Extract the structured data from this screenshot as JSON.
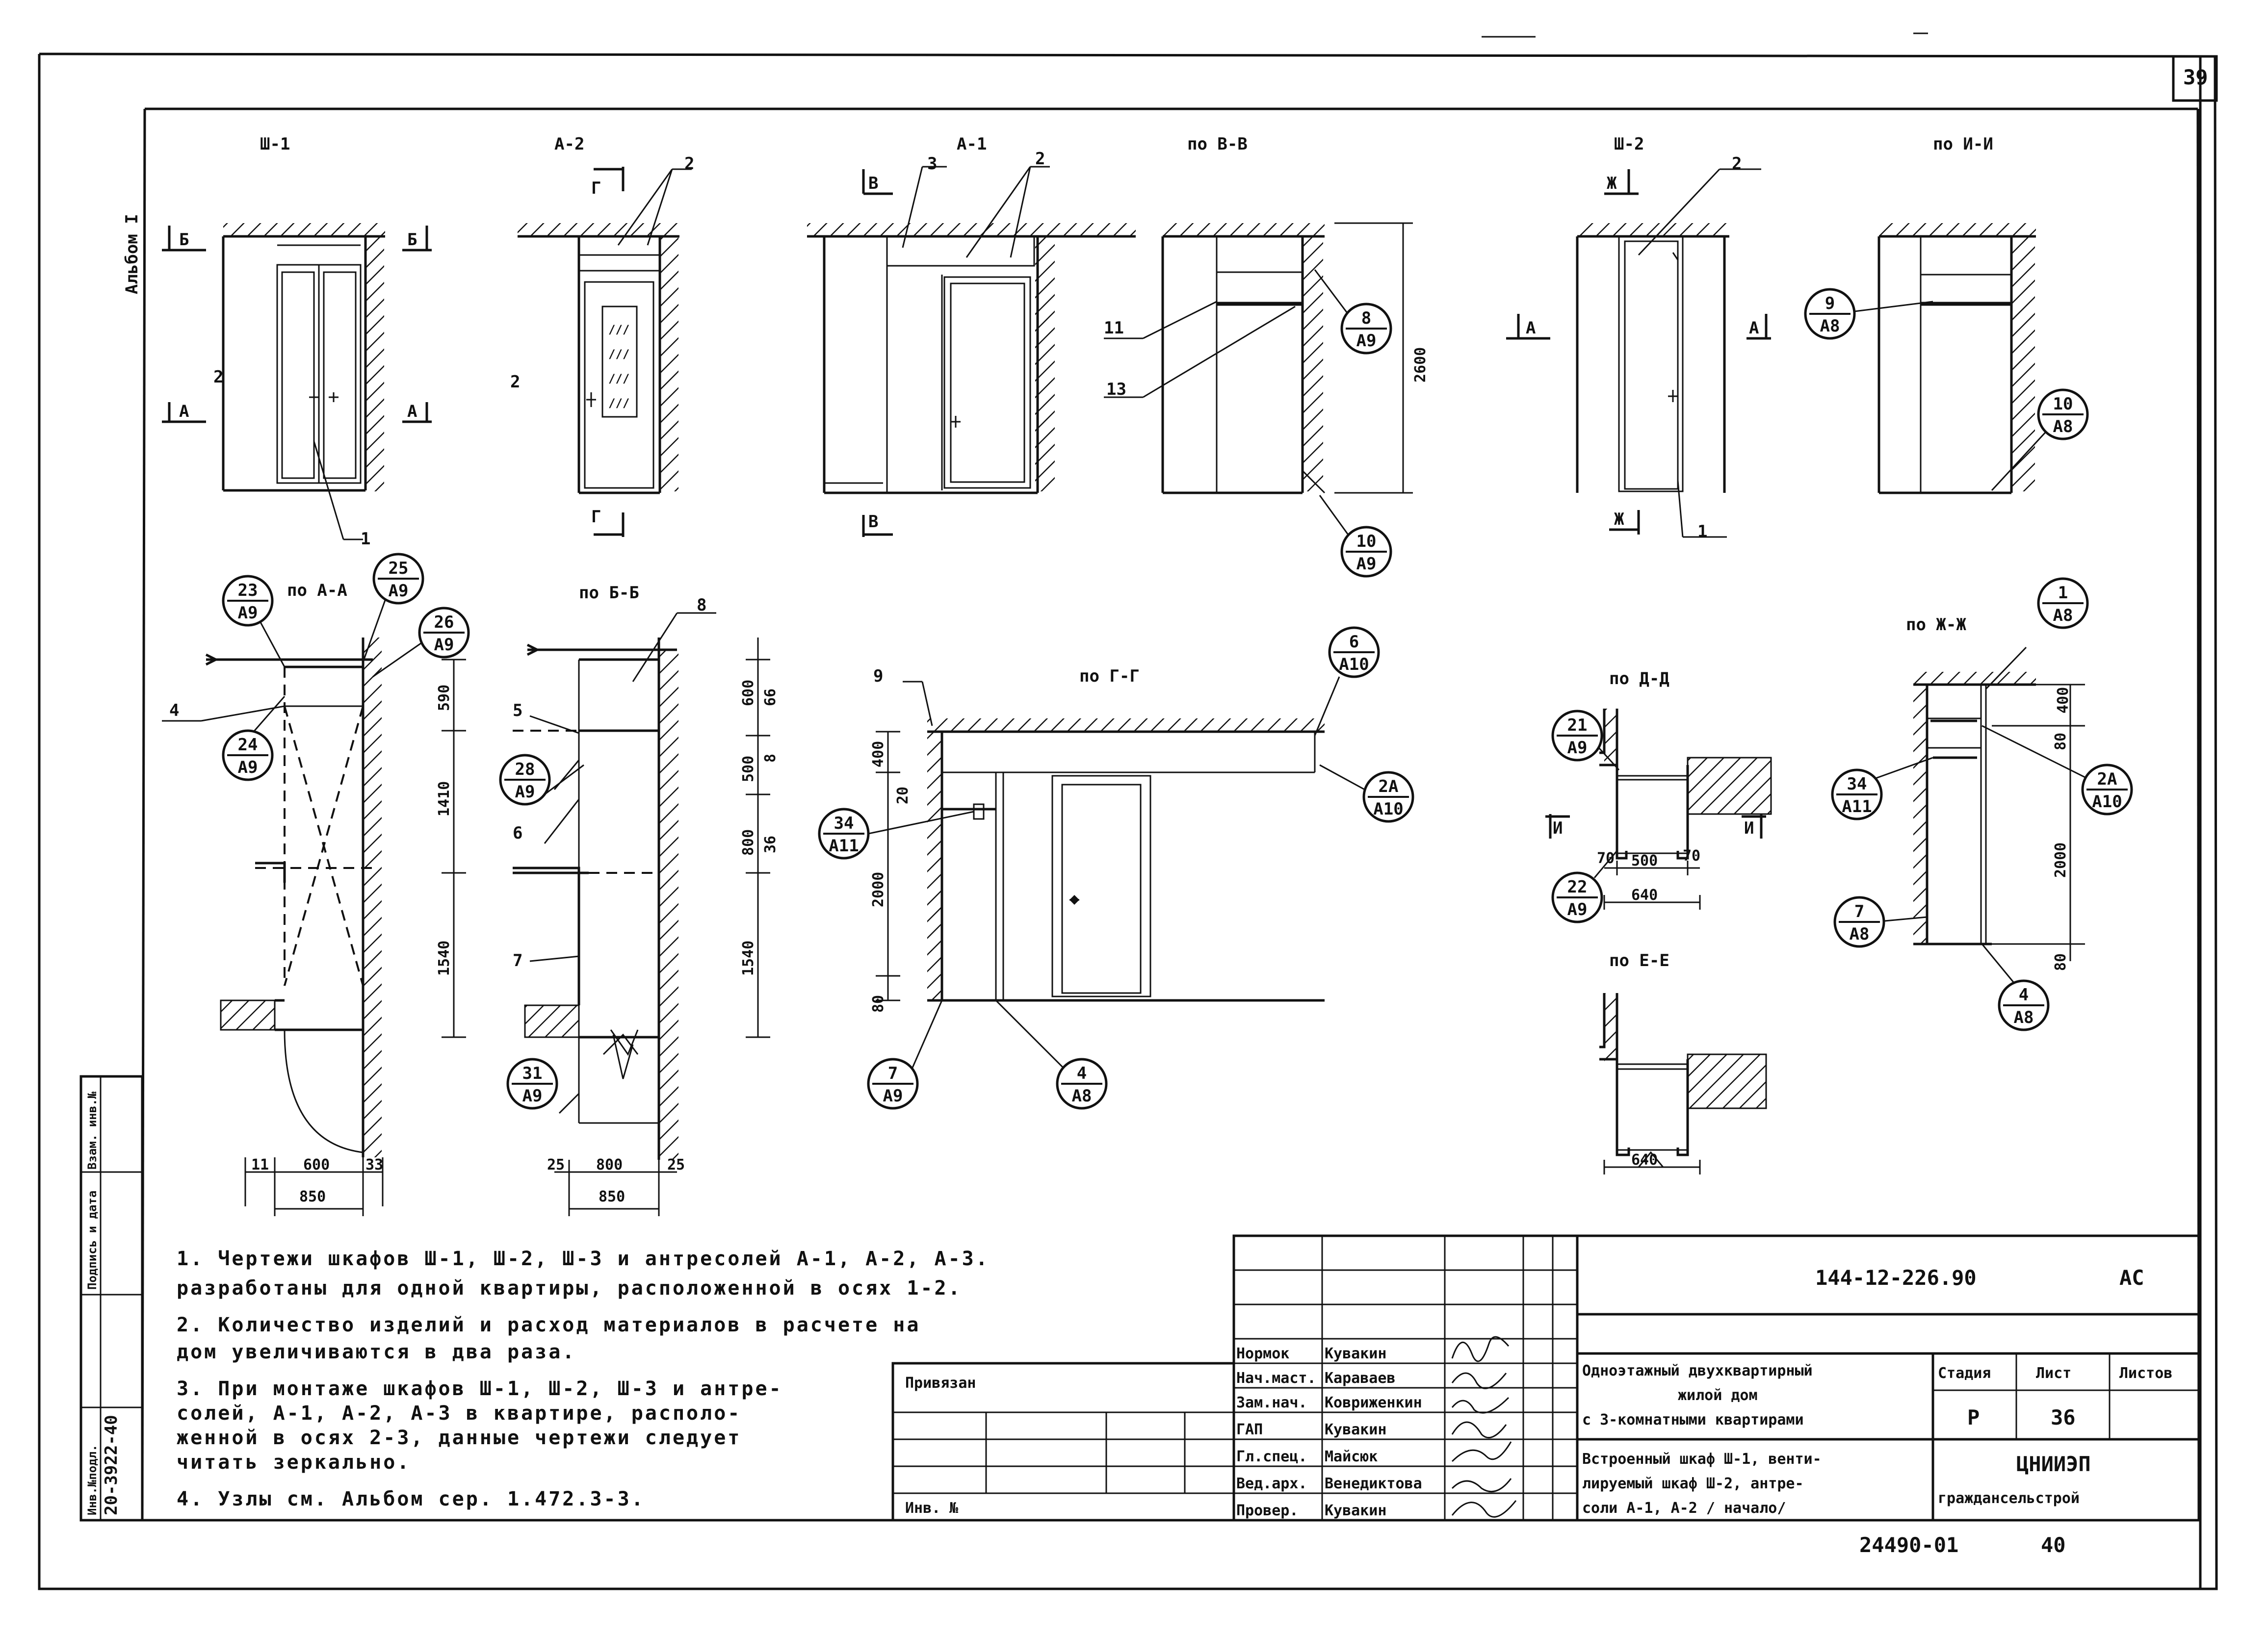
{
  "sheet": {
    "page_number": "39",
    "album": "Альбом I",
    "side_stamp": {
      "inv_orig": "Инв.№подл.",
      "sign_date": "Подпись и дата",
      "inv_replace": "Взам. инв.№",
      "inv_value": "20-3922-40"
    }
  },
  "views": {
    "sh1": "Ш-1",
    "a2": "А-2",
    "a1": "А-1",
    "v_v": "по В-В",
    "sh2": "Ш-2",
    "i_i": "по И-И",
    "a_a": "по А-А",
    "b_b": "по Б-Б",
    "g_g": "по Г-Г",
    "d_d": "по Д-Д",
    "e_e": "по Е-Е",
    "zh_zh": "по Ж-Ж"
  },
  "cuts": {
    "b": "Б",
    "a": "А",
    "g": "Г",
    "v": "В",
    "zh": "Ж",
    "i": "И"
  },
  "positions": {
    "p1": "1",
    "p2": "2",
    "p3": "3",
    "p4": "4",
    "p5": "5",
    "p6": "6",
    "p7": "7",
    "p8": "8",
    "p9": "9",
    "p11": "11",
    "p13": "13"
  },
  "callouts": [
    {
      "num": "23",
      "ref": "А9"
    },
    {
      "num": "25",
      "ref": "А9"
    },
    {
      "num": "26",
      "ref": "А9"
    },
    {
      "num": "24",
      "ref": "А9"
    },
    {
      "num": "28",
      "ref": "А9"
    },
    {
      "num": "31",
      "ref": "А9"
    },
    {
      "num": "8",
      "ref": "А9"
    },
    {
      "num": "10",
      "ref": "А9"
    },
    {
      "num": "9",
      "ref": "А8"
    },
    {
      "num": "10",
      "ref": "А8"
    },
    {
      "num": "6",
      "ref": "А10"
    },
    {
      "num": "2А",
      "ref": "А10"
    },
    {
      "num": "34",
      "ref": "А11"
    },
    {
      "num": "7",
      "ref": "А9"
    },
    {
      "num": "4",
      "ref": "А8"
    },
    {
      "num": "21",
      "ref": "А9"
    },
    {
      "num": "22",
      "ref": "А9"
    },
    {
      "num": "1",
      "ref": "А8"
    },
    {
      "num": "34",
      "ref": "А11"
    },
    {
      "num": "2А",
      "ref": "А10"
    },
    {
      "num": "7",
      "ref": "А8"
    },
    {
      "num": "4",
      "ref": "А8"
    }
  ],
  "dimensions": {
    "h2600": "2600",
    "d590": "590",
    "d1410": "1410",
    "d1540a": "1540",
    "d600": "600",
    "d500": "500",
    "d800": "800",
    "d1540b": "1540",
    "d66": "66",
    "d8": "8",
    "d36": "36",
    "d400a": "400",
    "d20": "20",
    "d2000a": "2000",
    "d80a": "80",
    "d600w": "600",
    "d11": "11",
    "d33": "33",
    "d850a": "850",
    "d25a": "25",
    "d800w": "800",
    "d25b": "25",
    "d850b": "850",
    "d70a": "70",
    "d500w": "500",
    "d70b": "70",
    "d640a": "640",
    "d640b": "640",
    "d400b": "400",
    "d80b": "80",
    "d2000b": "2000",
    "d80c": "80"
  },
  "notes": [
    "1. Чертежи шкафов Ш-1, Ш-2, Ш-3 и антресолей А-1, А-2, А-3.",
    "разработаны для одной квартиры, расположенной в осях 1-2.",
    "2. Количество изделий и расход материалов в расчете на",
    "дом увеличиваются в два раза.",
    "3. При монтаже шкафов Ш-1, Ш-2, Ш-3 и антре-",
    "солей, А-1, А-2, А-3 в квартире, располо-",
    "женной в осях 2-3, данные чертежи следует",
    "читать зеркально.",
    "4. Узлы см. Альбом сер. 1.472.3-3."
  ],
  "title_block": {
    "doc_code": "144-12-226.90",
    "doc_mark": "АС",
    "project": [
      "Одноэтажный двухквартирный",
      "жилой дом",
      "с 3-комнатными квартирами"
    ],
    "sheet_title": [
      "Встроенный шкаф Ш-1, венти-",
      "лируемый шкаф Ш-2, антре-",
      "соли А-1, А-2 / начало/"
    ],
    "stage_label": "Стадия",
    "sheet_label": "Лист",
    "sheets_label": "Листов",
    "stage": "Р",
    "sheet": "36",
    "organization": [
      "ЦНИИЭП",
      "граждансельстрой"
    ],
    "tied": "Привязан",
    "inv_no": "Инв. №",
    "staff": [
      {
        "role": "Нормок",
        "name": "Кувакин"
      },
      {
        "role": "Нач.маст.",
        "name": "Караваев"
      },
      {
        "role": "Зам.нач.",
        "name": "Ковриженкин"
      },
      {
        "role": "ГАП",
        "name": "Кувакин"
      },
      {
        "role": "Гл.спец.",
        "name": "Майсюк"
      },
      {
        "role": "Вед.арх.",
        "name": "Венедиктова"
      },
      {
        "role": "Провер.",
        "name": "Кувакин"
      }
    ]
  },
  "footer_code": "24490-01",
  "footer_page": "40"
}
